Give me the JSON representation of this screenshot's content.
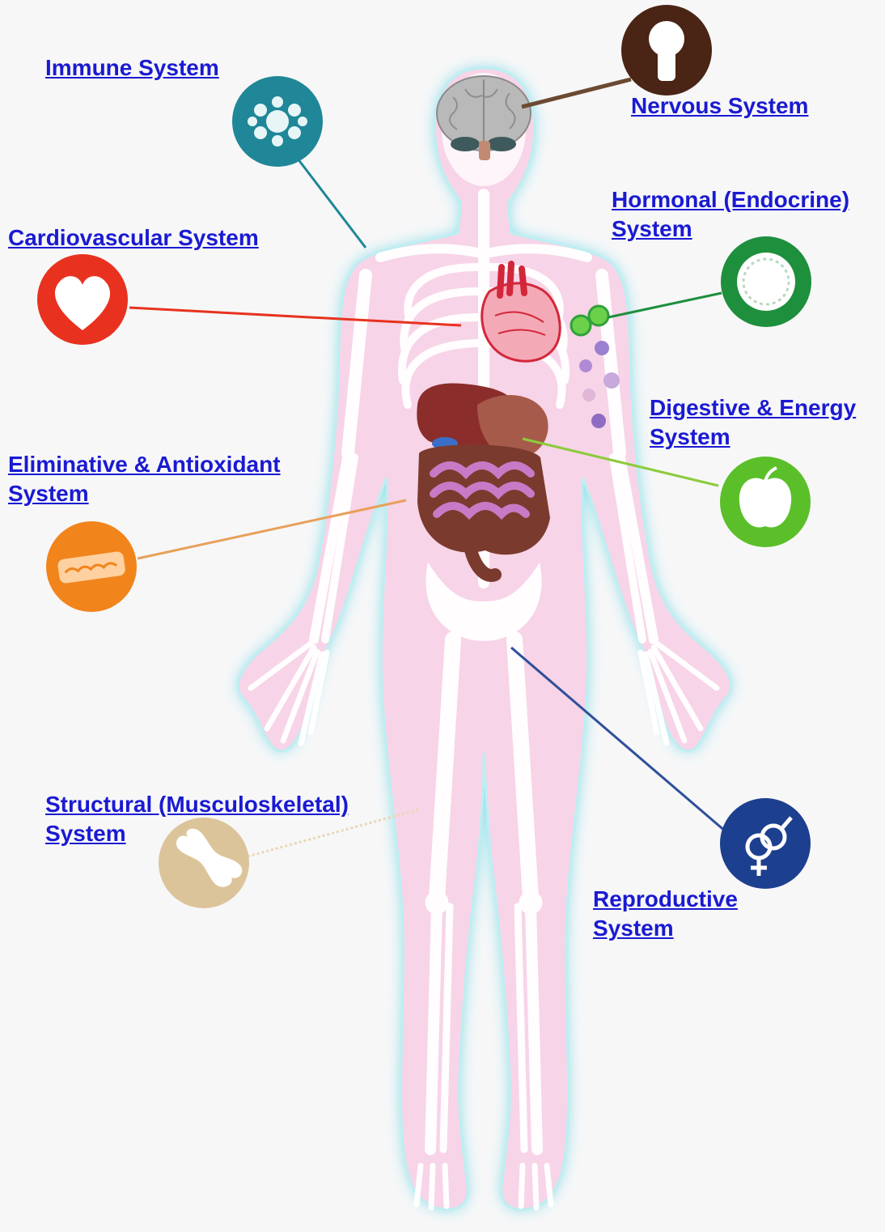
{
  "systems": {
    "immune": {
      "label": "Immune System",
      "color": "#1f8797",
      "icon": "immune-cell-icon"
    },
    "nervous": {
      "label": "Nervous System",
      "color": "#4a2414",
      "icon": "nervous-keyhole-icon"
    },
    "hormonal": {
      "line1": "Hormonal (Endocrine)",
      "line2": "System",
      "color": "#1e8f3c",
      "icon": "hormone-ring-icon"
    },
    "cardiovascular": {
      "label": "Cardiovascular System",
      "color": "#e8321f",
      "icon": "heart-icon"
    },
    "digestive": {
      "line1": "Digestive & Energy",
      "line2": "System",
      "color": "#5bbf2a",
      "icon": "apple-icon"
    },
    "eliminative": {
      "line1": "Eliminative & Antioxidant",
      "line2": "System",
      "color": "#f2841c",
      "icon": "filter-icon"
    },
    "structural": {
      "line1": "Structural (Musculoskeletal)",
      "line2": "System",
      "color": "#dcc49a",
      "icon": "bone-icon"
    },
    "reproductive": {
      "line1": "Reproductive",
      "line2": "System",
      "color": "#1d3f8f",
      "icon": "gender-icon"
    }
  },
  "colors": {
    "link": "#1a1ad2",
    "skin": "#f6d3e6",
    "glow": "#8fe2ea",
    "bone": "#ffffff"
  }
}
